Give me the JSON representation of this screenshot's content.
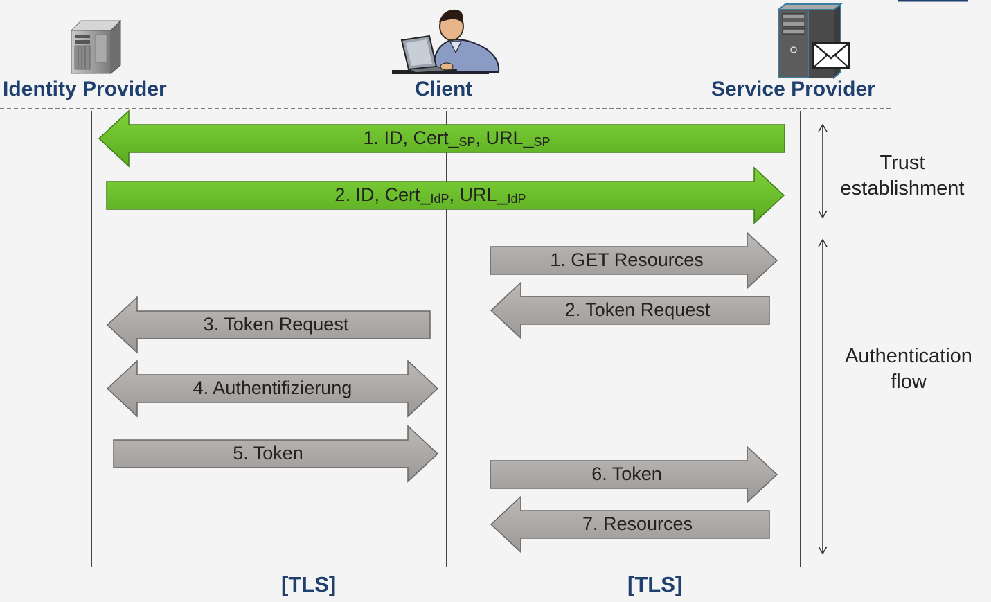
{
  "actors": {
    "identity_provider": "Identity Provider",
    "client": "Client",
    "service_provider": "Service Provider"
  },
  "icons": {
    "identity_provider": "server-tower-icon",
    "client": "person-at-laptop-icon",
    "service_provider": "mail-server-icon"
  },
  "trust": {
    "m1": {
      "main": "1. ID, Cert_",
      "sub1": "SP",
      "mid": ", URL_",
      "sub2": "SP"
    },
    "m2": {
      "main": "2. ID, Cert_",
      "sub1": "IdP",
      "mid": ", URL_",
      "sub2": "IdP"
    }
  },
  "flow": {
    "f1": "1. GET Resources",
    "f2": "2. Token Request",
    "f3": "3. Token Request",
    "f4": "4. Authentifizierung",
    "f5": "5. Token",
    "f6": "6. Token",
    "f7": "7. Resources"
  },
  "phases": {
    "trust_line1": "Trust",
    "trust_line2": "establishment",
    "auth_line1": "Authentication",
    "auth_line2": "flow"
  },
  "footer": {
    "tls_left": "[TLS]",
    "tls_right": "[TLS]"
  },
  "colors": {
    "trust_arrow": "#6dbf2e",
    "flow_arrow": "#a8a4a2",
    "actor_text": "#1f3f6e"
  }
}
